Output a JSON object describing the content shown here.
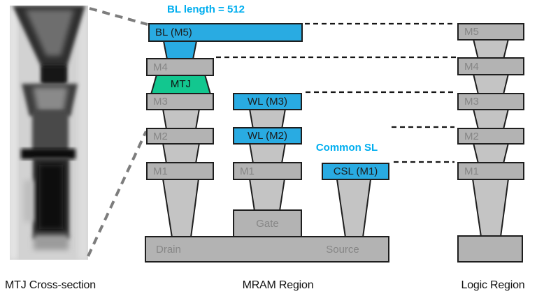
{
  "annotations": {
    "bl_length": "BL length = 512",
    "common_sl": "Common SL"
  },
  "captions": {
    "mtj": "MTJ Cross-section",
    "mram": "MRAM Region",
    "logic": "Logic Region"
  },
  "mram_region": {
    "bit_line": "BL (M5)",
    "m4": "M4",
    "mtj": "MTJ",
    "m3": "M3",
    "m2": "M2",
    "m1": "M1",
    "wl_m3": "WL (M3)",
    "wl_m2": "WL (M2)",
    "wl_stack_m1": "M1",
    "csl": "CSL (M1)",
    "gate": "Gate",
    "drain": "Drain",
    "source": "Source"
  },
  "logic_region": {
    "m5": "M5",
    "m4": "M4",
    "m3": "M3",
    "m2": "M2",
    "m1": "M1"
  },
  "colors": {
    "interconnect_blue": "#29ABE2",
    "mtj_green": "#12C78F",
    "metal_gray": "#B3B3B3",
    "via_gray": "#C4C4C4",
    "annotation_cyan": "#00AEEF"
  }
}
